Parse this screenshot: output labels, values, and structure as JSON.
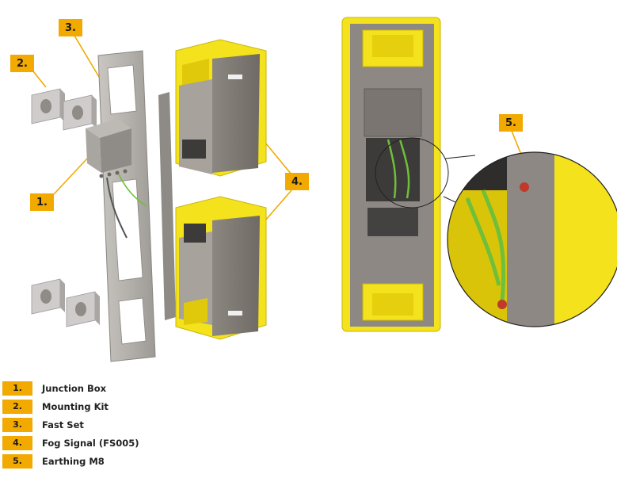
{
  "callouts": {
    "c1": "1.",
    "c2": "2.",
    "c3": "3.",
    "c4": "4.",
    "c5": "5."
  },
  "legend": [
    {
      "num": "1.",
      "label": "Junction Box"
    },
    {
      "num": "2.",
      "label": "Mounting Kit"
    },
    {
      "num": "3.",
      "label": "Fast Set"
    },
    {
      "num": "4.",
      "label": "Fog Signal (FS005)"
    },
    {
      "num": "5.",
      "label": "Earthing M8"
    }
  ],
  "colors": {
    "accent": "#f2a900",
    "housing_yellow": "#f4e21c",
    "panel_grey": "#7d7873",
    "cable_green": "#6fbf3a"
  }
}
